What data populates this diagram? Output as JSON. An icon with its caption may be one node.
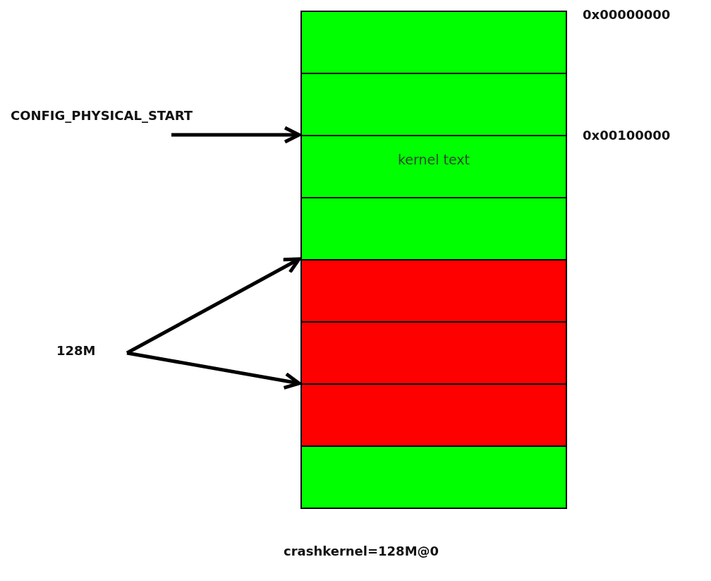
{
  "diagram": {
    "nodes": [
      {
        "text": [],
        "shape": "box"
      },
      {
        "text": [],
        "shape": "box"
      },
      {
        "text": [
          "kernel text"
        ]
      },
      {
        "text": [],
        "shape": "box"
      },
      {
        "text": [],
        "shape": "box"
      },
      {
        "text": [],
        "shape": "box"
      },
      {
        "text": [],
        "shape": "box"
      },
      {
        "text": [],
        "shape": "box"
      },
      {
        "text": [
          "CONFIG_PHYSICAL_START"
        ]
      },
      {
        "text": [
          "128M"
        ]
      }
    ],
    "edges": [
      {
        "from": 8,
        "to": 2,
        "arrow": "to"
      },
      {
        "from": 9,
        "to": 4,
        "arrow": "to"
      },
      {
        "from": 9,
        "to": 6,
        "arrow": "to"
      }
    ],
    "labels": [
      "0x00000000",
      "0x00100000",
      "crashkernel=128M@0"
    ]
  }
}
